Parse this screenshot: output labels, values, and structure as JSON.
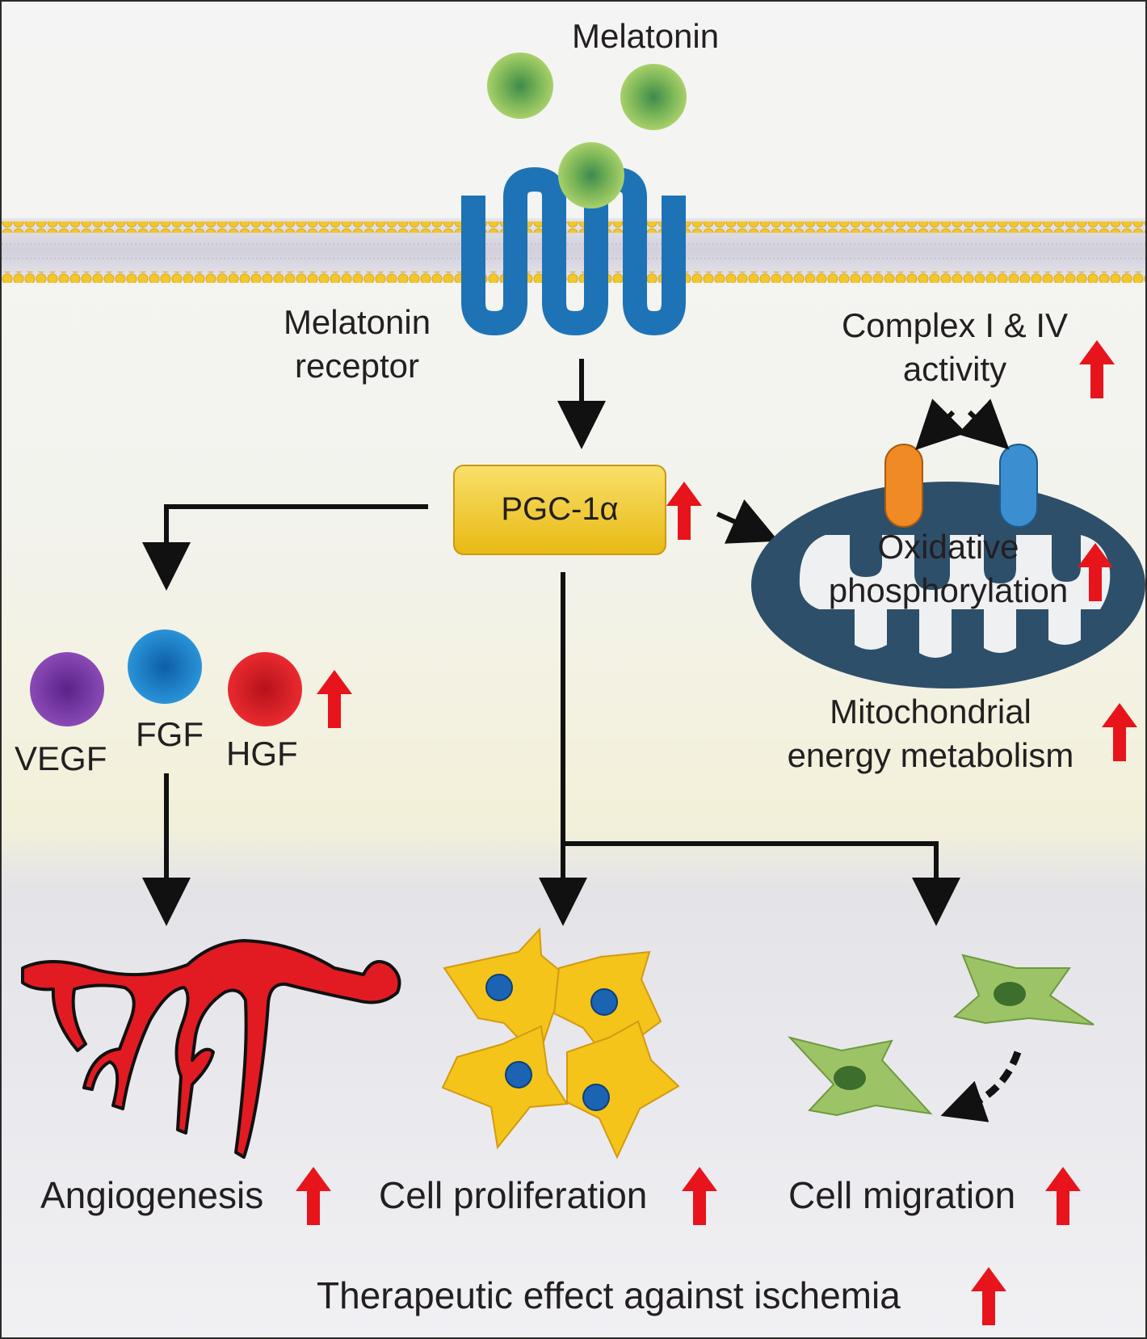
{
  "labels": {
    "melatonin": "Melatonin",
    "receptor_line1": "Melatonin",
    "receptor_line2": "receptor",
    "pgc": "PGC-1α",
    "complex_line1": "Complex I & IV",
    "complex_line2": "activity",
    "oxphos_line1": "Oxidative",
    "oxphos_line2": "phosphorylation",
    "mito_line1": "Mitochondrial",
    "mito_line2": "energy metabolism",
    "vegf": "VEGF",
    "fgf": "FGF",
    "hgf": "HGF",
    "angiogenesis": "Angiogenesis",
    "proliferation": "Cell proliferation",
    "migration": "Cell migration",
    "therapeutic": "Therapeutic effect against ischemia"
  },
  "colors": {
    "melatonin_green": "#8cc155",
    "receptor_blue": "#1e73b6",
    "membrane_yellow": "#f2c72c",
    "pgc_gold": "#f2cd2e",
    "up_arrow_red": "#e8141b",
    "mito_dark": "#2d4f6a",
    "complex_orange": "#f08a24",
    "complex_blue": "#3b8fd0",
    "vegf_purple": "#7a3aa8",
    "fgf_blue": "#1b7fcb",
    "hgf_red": "#e51f26",
    "vessel_red": "#e21b22",
    "prolif_cell_yellow": "#f4c41a",
    "nucleus_blue": "#1b64b3",
    "migr_cell_green": "#9cc466",
    "migr_nucleus": "#3e6e2e"
  },
  "icons": {
    "up_arrow": "red-up-arrow-icon",
    "melatonin": "melatonin-molecule-icon",
    "receptor": "gpcr-receptor-icon",
    "mitochondrion": "mitochondrion-icon",
    "blood_vessel": "blood-vessel-icon",
    "cell": "cell-icon"
  }
}
